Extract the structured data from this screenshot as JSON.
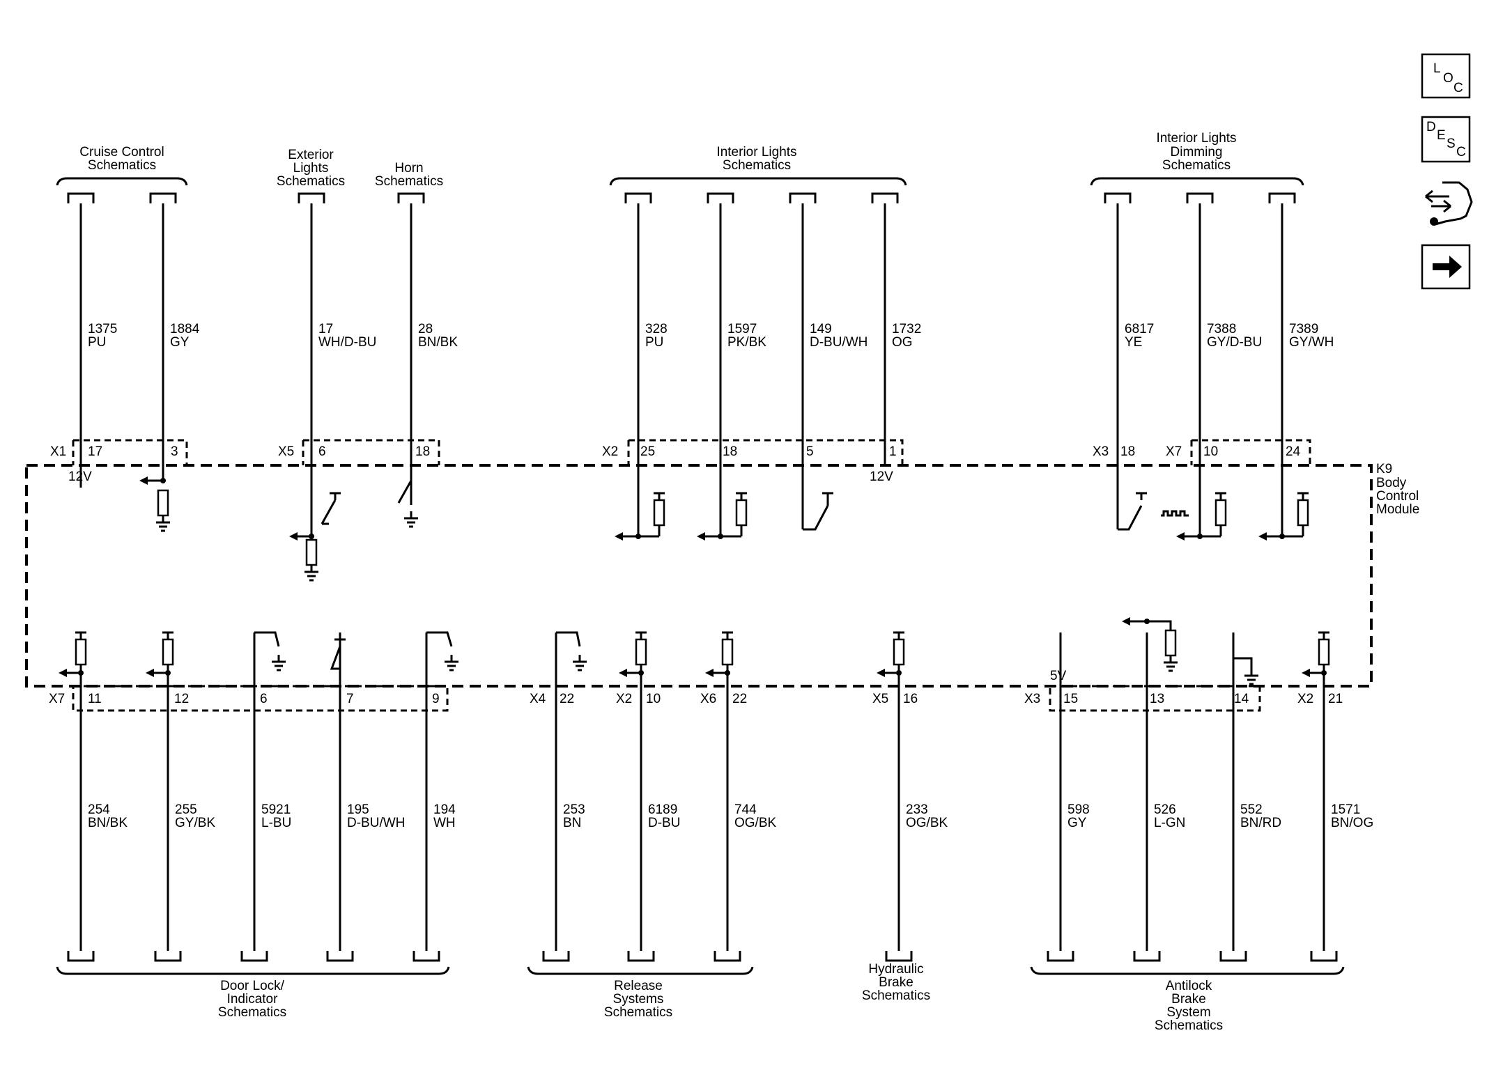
{
  "module": {
    "id": "K9",
    "lines": [
      "Body",
      "Control",
      "Module"
    ]
  },
  "side_icons": [
    {
      "name": "loc-icon",
      "letters": [
        "L",
        "O",
        "C"
      ]
    },
    {
      "name": "desc-icon",
      "letters": [
        "D",
        "E",
        "S",
        "C"
      ]
    },
    {
      "name": "connector-tool-icon"
    },
    {
      "name": "next-arrow-icon"
    }
  ],
  "groups": [
    {
      "id": "cruise",
      "label": [
        "Cruise Control",
        "Schematics"
      ]
    },
    {
      "id": "exterior",
      "label": [
        "Exterior",
        "Lights",
        "Schematics"
      ]
    },
    {
      "id": "horn",
      "label": [
        "Horn",
        "Schematics"
      ]
    },
    {
      "id": "interior",
      "label": [
        "Interior Lights",
        "Schematics"
      ]
    },
    {
      "id": "dimming",
      "label": [
        "Interior Lights",
        "Dimming",
        "Schematics"
      ]
    },
    {
      "id": "doorlock",
      "label": [
        "Door Lock/",
        "Indicator",
        "Schematics"
      ]
    },
    {
      "id": "release",
      "label": [
        "Release",
        "Systems",
        "Schematics"
      ]
    },
    {
      "id": "hydraulic",
      "label": [
        "Hydraulic",
        "Brake",
        "Schematics"
      ]
    },
    {
      "id": "abs",
      "label": [
        "Antilock",
        "Brake",
        "System",
        "Schematics"
      ]
    }
  ],
  "connectors_top": [
    {
      "name": "X1",
      "pins": [
        "17",
        "3"
      ]
    },
    {
      "name": "X5",
      "pins": [
        "6",
        "18"
      ]
    },
    {
      "name": "X2",
      "pins": [
        "25",
        "18",
        "5",
        "1"
      ]
    },
    {
      "name": "X3",
      "pins": [
        "18"
      ]
    },
    {
      "name": "X7",
      "pins": [
        "10",
        "24"
      ]
    }
  ],
  "connectors_bottom": [
    {
      "name": "X7",
      "pins": [
        "11",
        "12",
        "6",
        "7",
        "9"
      ]
    },
    {
      "name": "X4",
      "pins": [
        "22"
      ]
    },
    {
      "name": "X2",
      "pins": [
        "10"
      ]
    },
    {
      "name": "X6",
      "pins": [
        "22"
      ]
    },
    {
      "name": "X5",
      "pins": [
        "16"
      ]
    },
    {
      "name": "X3",
      "pins": [
        "15",
        "13",
        "14"
      ]
    },
    {
      "name": "X2",
      "pins": [
        "21"
      ]
    }
  ],
  "voltage_labels": {
    "x1_17": "12V",
    "x2_1": "12V",
    "x3_15": "5V"
  },
  "circuits_top": [
    {
      "circuit": "1375",
      "color": "PU"
    },
    {
      "circuit": "1884",
      "color": "GY"
    },
    {
      "circuit": "17",
      "color": "WH/D-BU"
    },
    {
      "circuit": "28",
      "color": "BN/BK"
    },
    {
      "circuit": "328",
      "color": "PU"
    },
    {
      "circuit": "1597",
      "color": "PK/BK"
    },
    {
      "circuit": "149",
      "color": "D-BU/WH"
    },
    {
      "circuit": "1732",
      "color": "OG"
    },
    {
      "circuit": "6817",
      "color": "YE"
    },
    {
      "circuit": "7388",
      "color": "GY/D-BU"
    },
    {
      "circuit": "7389",
      "color": "GY/WH"
    }
  ],
  "circuits_bottom": [
    {
      "circuit": "254",
      "color": "BN/BK"
    },
    {
      "circuit": "255",
      "color": "GY/BK"
    },
    {
      "circuit": "5921",
      "color": "L-BU"
    },
    {
      "circuit": "195",
      "color": "D-BU/WH"
    },
    {
      "circuit": "194",
      "color": "WH"
    },
    {
      "circuit": "253",
      "color": "BN"
    },
    {
      "circuit": "6189",
      "color": "D-BU"
    },
    {
      "circuit": "744",
      "color": "OG/BK"
    },
    {
      "circuit": "233",
      "color": "OG/BK"
    },
    {
      "circuit": "598",
      "color": "GY"
    },
    {
      "circuit": "526",
      "color": "L-GN"
    },
    {
      "circuit": "552",
      "color": "BN/RD"
    },
    {
      "circuit": "1571",
      "color": "BN/OG"
    }
  ]
}
